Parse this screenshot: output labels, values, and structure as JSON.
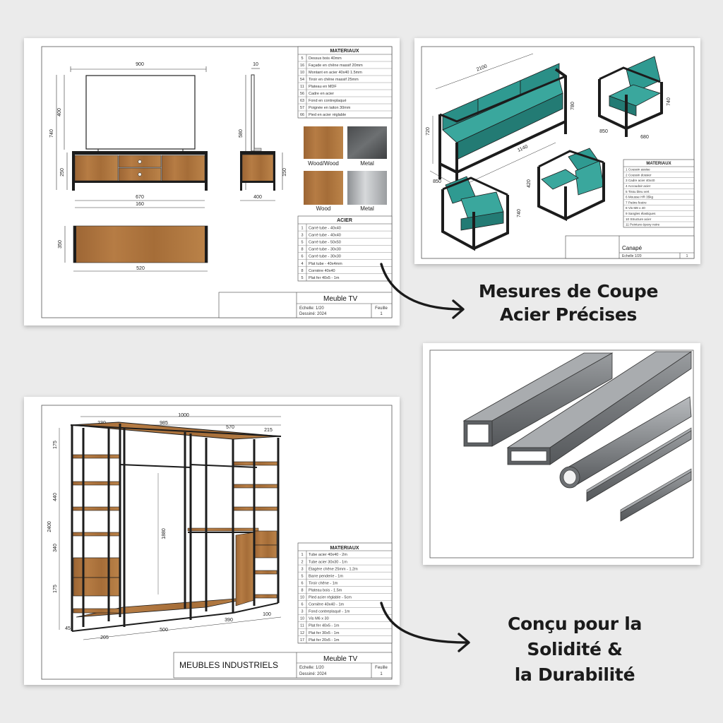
{
  "tv_sheet": {
    "materials_title": "MATERIAUX",
    "materials_rows": [
      {
        "num": "5",
        "text": "Dessus bois 40mm"
      },
      {
        "num": "16",
        "text": "Façade en chêne massif 20mm"
      },
      {
        "num": "10",
        "text": "Montant en acier 40x40 1.5mm"
      },
      {
        "num": "54",
        "text": "Tiroir en chêne massif 25mm"
      },
      {
        "num": "11",
        "text": "Plateau en MDF"
      },
      {
        "num": "56",
        "text": "Cadre en acier"
      },
      {
        "num": "63",
        "text": "Fond en contreplaqué"
      },
      {
        "num": "57",
        "text": "Poignée en laiton 30mm"
      },
      {
        "num": "66",
        "text": "Pied en acier réglable"
      }
    ],
    "swatches": [
      {
        "label": "Wood/Wood",
        "kind": "wood"
      },
      {
        "label": "Metal",
        "kind": "metal-dark"
      },
      {
        "label": "Wood",
        "kind": "wood"
      },
      {
        "label": "Metal",
        "kind": "metal-light"
      }
    ],
    "steel_title": "ACIER",
    "steel_rows": [
      {
        "num": "1",
        "text": "Carré tube - 40x40"
      },
      {
        "num": "3",
        "text": "Carré tube - 40x40"
      },
      {
        "num": "5",
        "text": "Carré tube - 50x50"
      },
      {
        "num": "8",
        "text": "Carré tube - 30x30"
      },
      {
        "num": "6",
        "text": "Carré tube - 30x30"
      },
      {
        "num": "4",
        "text": "Plat tube - 40x4mm"
      },
      {
        "num": "8",
        "text": "Cornière 40x40"
      },
      {
        "num": "5",
        "text": "Plat fer 40x5 - 1m"
      }
    ],
    "title": "Meuble TV",
    "title_sub1": "Echelle: 1/20",
    "title_sub2": "Dessiné: 2024",
    "title_sheet": "Feuille",
    "title_sheet_no": "1",
    "dims": {
      "top_width": "900",
      "side_top": "10",
      "screen_h": "400",
      "total_h": "740",
      "body_h": "250",
      "side_h": "580",
      "right_h": "150",
      "base_w1": "670",
      "base_w2": "160",
      "side_w": "400",
      "plan_d": "350",
      "plan_w": "520"
    }
  },
  "sofa_sheet": {
    "materials_title": "MATERIAUX",
    "materials_rows": [
      "1 Coussin assise",
      "2 Coussin dossier",
      "3 Cadre acier 40x40",
      "4 Accoudoir acier",
      "5 Tissu bleu vert",
      "6 Mousse HR 35kg",
      "7 Patins feutre",
      "8 Vis M8 x 40",
      "9 Sangles élastiques",
      "10 Structure acier",
      "11 Peinture époxy noire"
    ],
    "title": "Canapé",
    "title_sub": "Echelle 1/20",
    "title_sheet_no": "1",
    "dims": {
      "sofa_w": "2100",
      "sofa_h": "720",
      "sofa_d": "850",
      "sofa_l": "1140",
      "sofa_side": "780",
      "chair_h": "740",
      "chair_w": "850",
      "chair_d": "680",
      "chair2_h": "420",
      "chair3_h": "740"
    }
  },
  "caption_top": {
    "line1": "Mesures de Coupe",
    "line2": "Acier Précises"
  },
  "wardrobe_sheet": {
    "dims": {
      "total_w": "1000",
      "w1": "230",
      "w2": "985",
      "w3": "570",
      "w4": "215",
      "h_left1": "175",
      "h_left2": "440",
      "h_left3": "2400",
      "h_left4": "340",
      "h_left5": "175",
      "h_inner": "1880",
      "base1": "205",
      "base2": "500",
      "base3": "390",
      "base4": "100",
      "depth": "45"
    },
    "materials_title": "MATERIAUX",
    "materials_rows": [
      {
        "num": "1",
        "text": "Tube acier 40x40 - 2m"
      },
      {
        "num": "2",
        "text": "Tube acier 30x30 - 1m"
      },
      {
        "num": "3",
        "text": "Étagère chêne 25mm - 1.2m"
      },
      {
        "num": "5",
        "text": "Barre penderie - 1m"
      },
      {
        "num": "6",
        "text": "Tiroir chêne - 1m"
      },
      {
        "num": "8",
        "text": "Plateau bois - 1.5m"
      },
      {
        "num": "10",
        "text": "Pied acier réglable - 5cm"
      },
      {
        "num": "6",
        "text": "Cornière 40x40 - 1m"
      },
      {
        "num": "3",
        "text": "Fond contreplaqué - 1m"
      },
      {
        "num": "10",
        "text": "Vis M6 x 30"
      },
      {
        "num": "11",
        "text": "Plat fer 40x5 - 1m"
      },
      {
        "num": "12",
        "text": "Plat fer 30x5 - 1m"
      },
      {
        "num": "17",
        "text": "Plat fer 20x5 - 1m"
      }
    ],
    "left_title": "MEUBLES INDUSTRIELS",
    "title": "Meuble TV",
    "title_sub1": "Echelle: 1/20",
    "title_sub2": "Dessiné: 2024",
    "title_sheet": "Feuille",
    "title_sheet_no": "1"
  },
  "caption_bottom": {
    "line1": "Conçu pour la",
    "line2": "Solidité &",
    "line3": "la Durabilité"
  },
  "colors": {
    "wood": "#a9743f",
    "steel": "#1c1c1c",
    "teal": "#2a8f87",
    "profile_dark": "#6b6e71",
    "profile_light": "#b5b8bb",
    "text": "#1b1b1b"
  },
  "icons": [
    "curved-arrow-icon"
  ]
}
